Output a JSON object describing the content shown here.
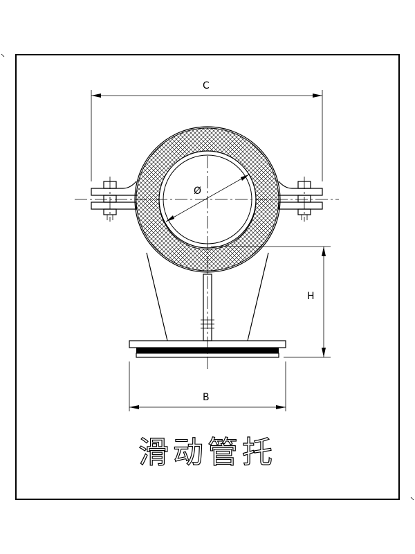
{
  "dimensions": {
    "c_label": "C",
    "b_label": "B",
    "h_label": "H",
    "diameter_label": "Ø"
  },
  "title": "滑动管托"
}
